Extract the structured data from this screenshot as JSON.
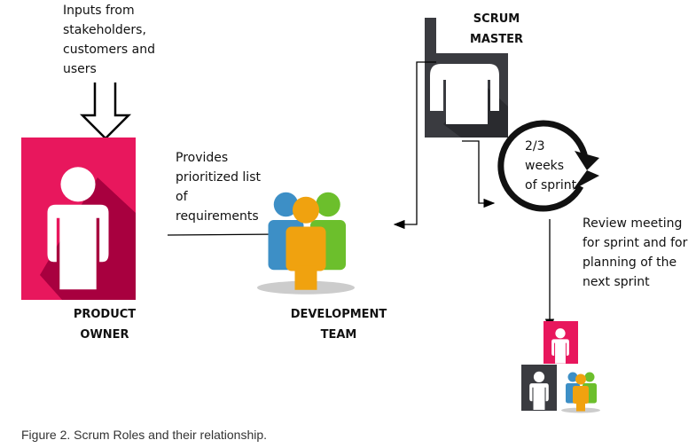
{
  "inputs_text": [
    "Inputs from",
    "stakeholders,",
    "customers and",
    "users"
  ],
  "provides_text": [
    "Provides",
    "prioritized list",
    "of",
    "requirements"
  ],
  "product_owner_label": [
    "PRODUCT",
    "OWNER"
  ],
  "development_team_label": [
    "DEVELOPMENT",
    "TEAM"
  ],
  "scrum_master_label": [
    "SCRUM",
    "MASTER"
  ],
  "sprint_text": [
    "2/3",
    "weeks",
    "of sprint"
  ],
  "review_text": [
    "Review meeting",
    "for sprint and for",
    "planning of the",
    "next sprint"
  ],
  "caption": "Figure 2. Scrum Roles and their relationship.",
  "colors": {
    "product_owner": "#e8175d",
    "scrum_master": "#3a3b40",
    "team_blue": "#3d8fc6",
    "team_orange": "#f0a20f",
    "team_green": "#6cbf2c"
  }
}
